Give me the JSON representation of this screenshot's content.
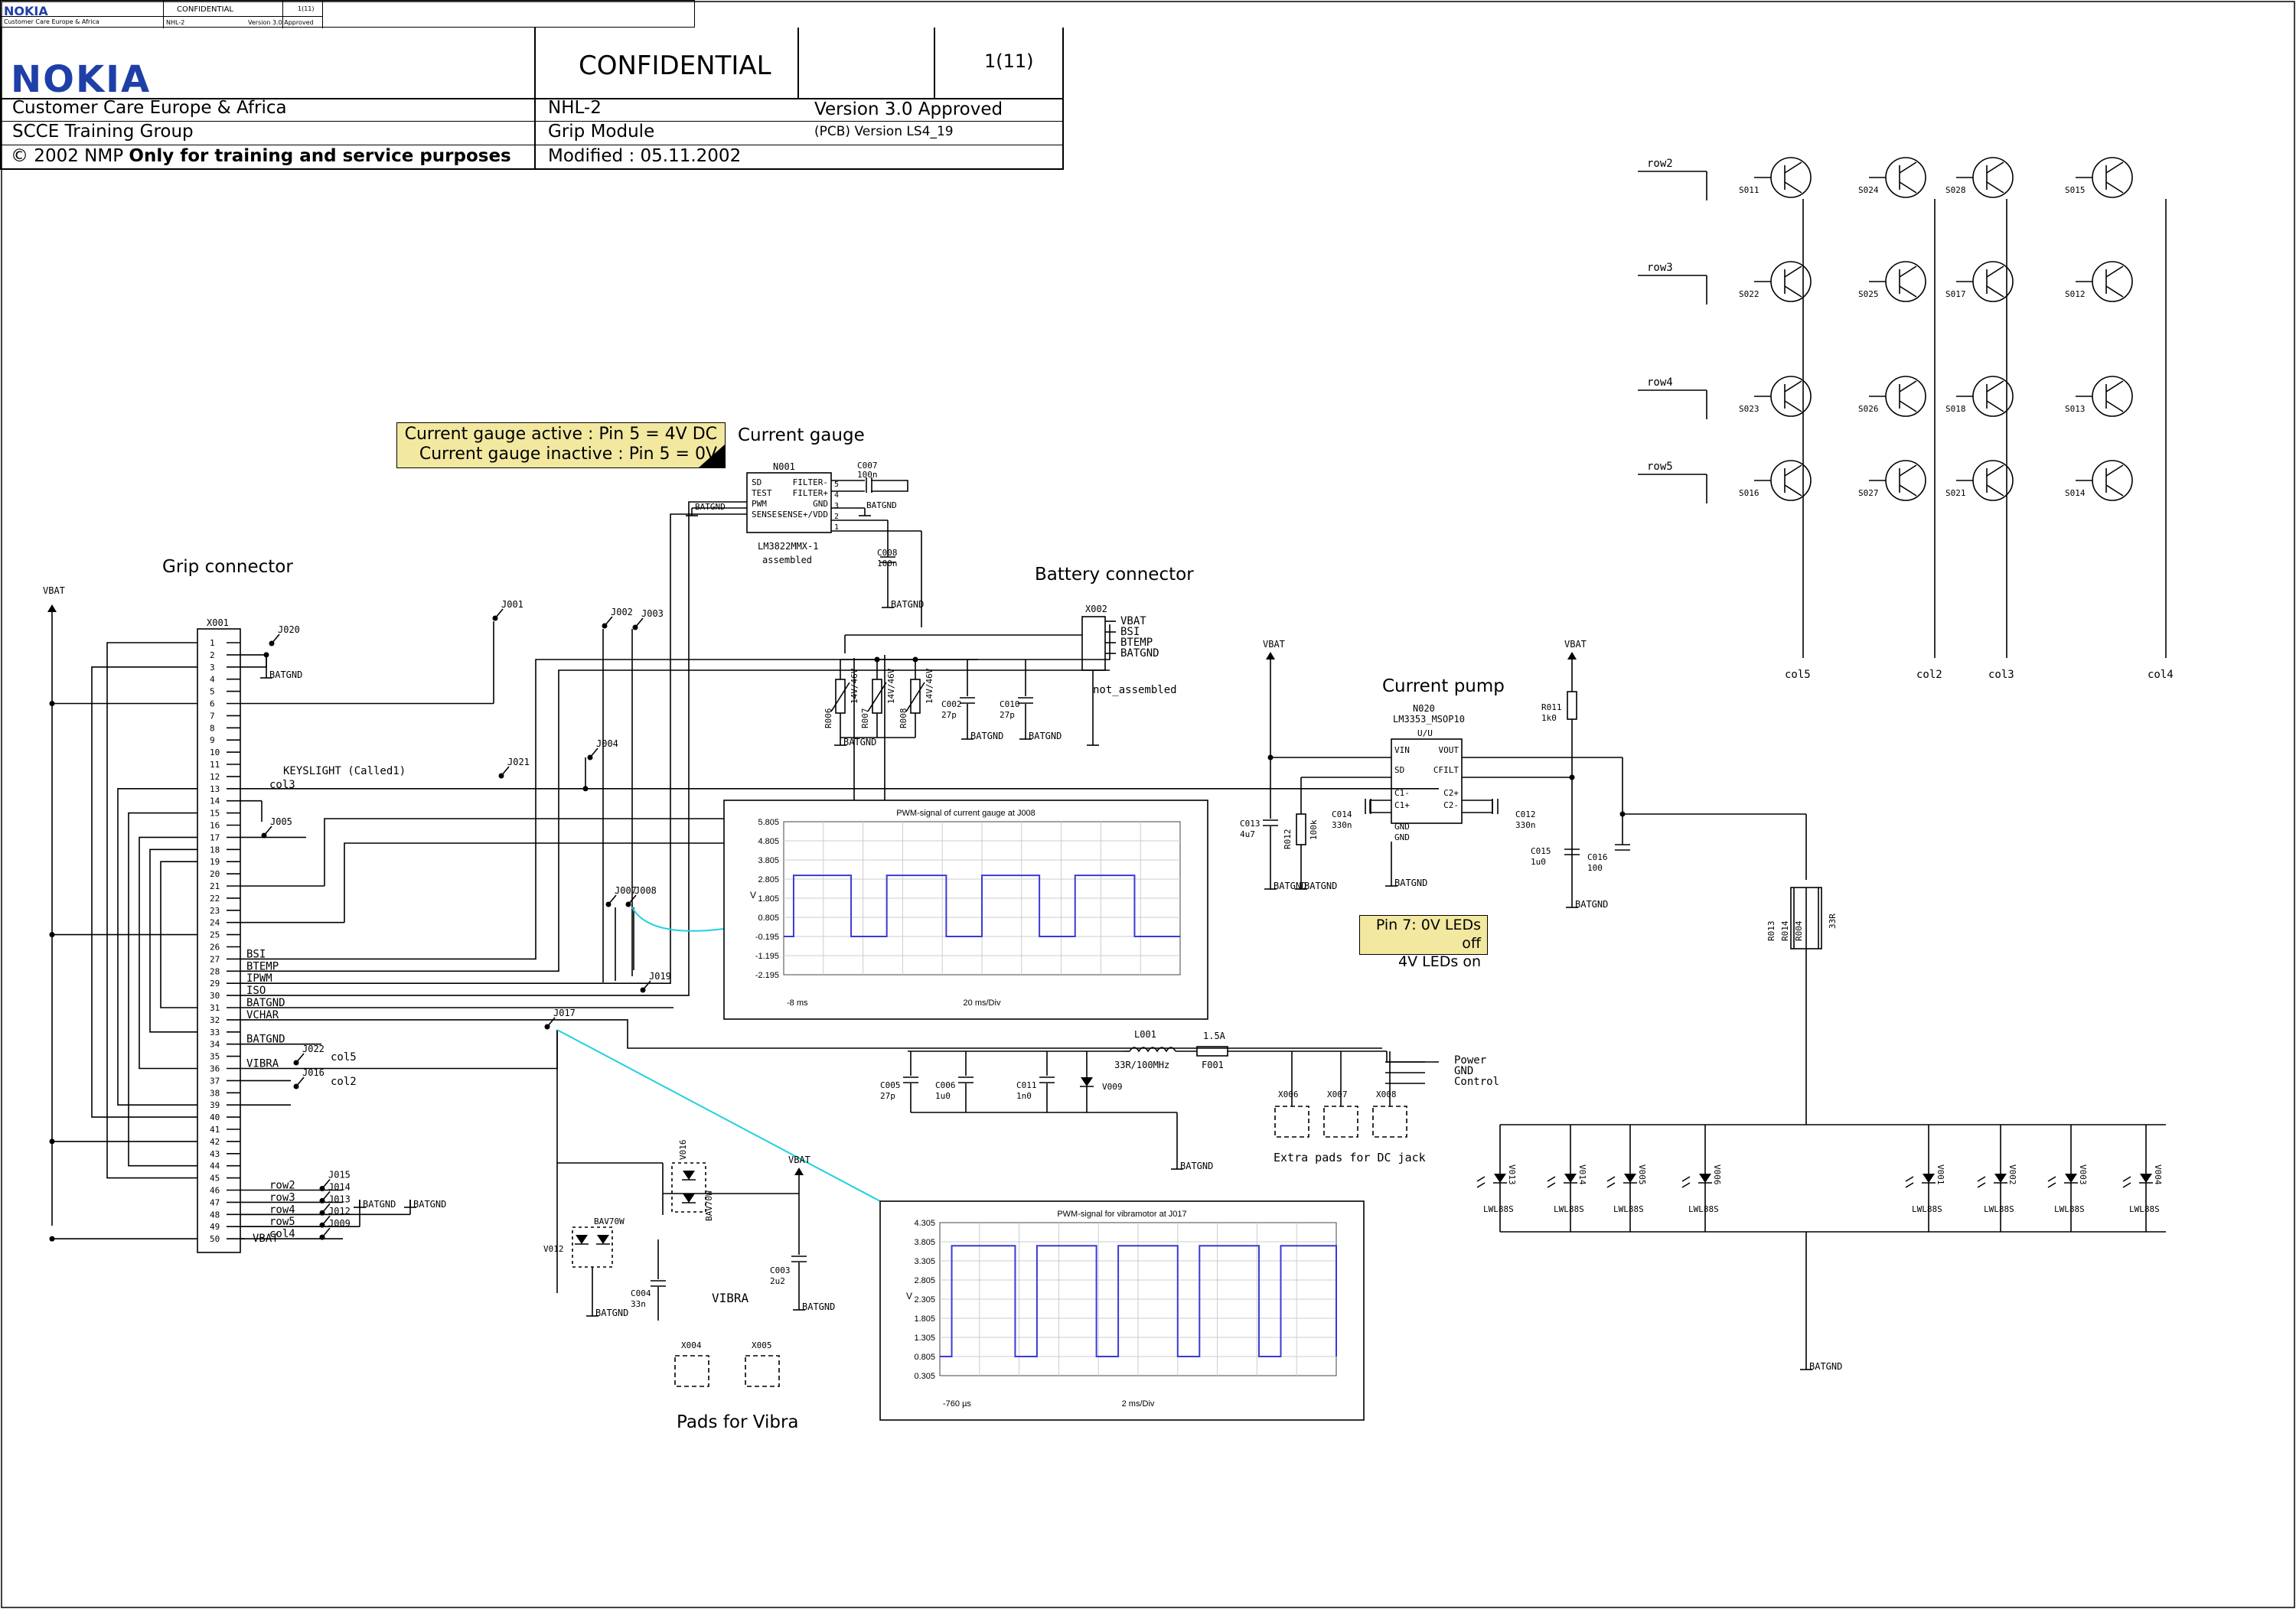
{
  "header_strip": {
    "brand": "NOKIA",
    "org": "Customer Care Europe & Africa",
    "confidential": "CONFIDENTIAL",
    "page": "1(11)",
    "model": "NHL-2",
    "version": "Version 3.0 Approved"
  },
  "title_block": {
    "brand": "NOKIA",
    "confidential": "CONFIDENTIAL",
    "page": "1(11)",
    "org": "Customer Care Europe & Africa",
    "group": "SCCE Training Group",
    "copyright_prefix": "© 2002 NMP",
    "copyright_bold": "Only for training and service purposes",
    "model": "NHL-2",
    "module": "Grip Module",
    "modified": "Modified : 05.11.2002",
    "version": "Version 3.0 Approved",
    "pcb": "(PCB) Version LS4_19"
  },
  "notes": {
    "gauge_line1": "Current gauge active : Pin 5 = 4V DC",
    "gauge_line2": "Current gauge inactive : Pin 5 = 0V",
    "pump_line1": "Pin 7: 0V LEDs off",
    "pump_line2": "4V LEDs on"
  },
  "section_titles": {
    "grip_connector": "Grip connector",
    "current_gauge": "Current gauge",
    "battery_connector": "Battery connector",
    "current_pump": "Current pump",
    "pads_for_vibra": "Pads for Vibra"
  },
  "grip_connector": {
    "ref": "X001",
    "pins": [
      "1",
      "2",
      "3",
      "4",
      "5",
      "6",
      "7",
      "8",
      "9",
      "10",
      "11",
      "12",
      "13",
      "14",
      "15",
      "16",
      "17",
      "18",
      "19",
      "20",
      "21",
      "22",
      "23",
      "24",
      "25",
      "26",
      "27",
      "28",
      "29",
      "30",
      "31",
      "32",
      "33",
      "34",
      "35",
      "36",
      "37",
      "38",
      "39",
      "40",
      "41",
      "42",
      "43",
      "44",
      "45",
      "46",
      "47",
      "48",
      "49",
      "50"
    ],
    "signals": [
      {
        "pin": 27,
        "name": "BSI"
      },
      {
        "pin": 28,
        "name": "BTEMP"
      },
      {
        "pin": 29,
        "name": "IPWM"
      },
      {
        "pin": 30,
        "name": "ISO"
      },
      {
        "pin": 31,
        "name": "BATGND"
      },
      {
        "pin": 32,
        "name": "VCHAR"
      },
      {
        "pin": 34,
        "name": "BATGND"
      },
      {
        "pin": 36,
        "name": "VIBRA"
      }
    ],
    "keyslight": "KEYSLIGHT (Called1)",
    "col3": "col3",
    "vbat": "VBAT",
    "vbat_bottom": "VBAT",
    "batgnd": "BATGND",
    "col5": "col5",
    "col2": "col2",
    "bottom_rows": [
      "row2",
      "row3",
      "row4",
      "row5",
      "col4"
    ],
    "bottom_jumpers": [
      "J015",
      "J014",
      "J013",
      "J012",
      "J009"
    ],
    "batgnd_bottom1": "BATGND",
    "batgnd_bottom2": "BATGND"
  },
  "jumpers": {
    "J020": "J020",
    "J001": "J001",
    "J002": "J002",
    "J003": "J003",
    "J004": "J004",
    "J021": "J021",
    "J005": "J005",
    "J007": "J007",
    "J008": "J008",
    "J019": "J019",
    "J017": "J017",
    "J022": "J022",
    "J016": "J016"
  },
  "gauge_ic": {
    "ref": "N001",
    "pins_left": [
      "SD",
      "TEST",
      "PWM",
      "SENSE-"
    ],
    "pins_right": [
      "FILTER-",
      "FILTER+",
      "GND",
      "SENSE+/VDD"
    ],
    "pin_nums_right": [
      "5",
      "4",
      "3",
      "2",
      "1"
    ],
    "part": "LM3822MMX-1",
    "assembled": "assembled",
    "c007": "C007",
    "c007_val": "100n",
    "c008": "C008",
    "c008_val": "100n",
    "batgnd": "BATGND"
  },
  "battery_connector": {
    "ref": "X002",
    "pins": [
      "VBAT",
      "BSI",
      "BTEMP",
      "BATGND"
    ],
    "not_assembled": "not_assembled"
  },
  "varistors": [
    {
      "ref": "R006",
      "val": "14V/46V"
    },
    {
      "ref": "R007",
      "val": "14V/46V"
    },
    {
      "ref": "R008",
      "val": "14V/46V"
    }
  ],
  "caps_battery": [
    {
      "ref": "C002",
      "val": "27p"
    },
    {
      "ref": "C010",
      "val": "27p"
    }
  ],
  "current_pump": {
    "ref": "N020",
    "part": "LM3353_MSOP10",
    "pin_top": "U/U",
    "pins_left": [
      "VIN",
      "SD",
      "C1-",
      "C1+",
      "GND",
      "GND"
    ],
    "pins_right": [
      "VOUT",
      "CFILT",
      "C2+",
      "C2-"
    ],
    "vbat": "VBAT",
    "c013": "C013",
    "c013_val": "4u7",
    "r012": "R012",
    "r012_val": "100k",
    "c014": "C014",
    "c014_val": "330n",
    "c012": "C012",
    "c012_val": "330n",
    "r011": "R011",
    "r011_val": "1k0",
    "c015": "C015",
    "c015_val": "1u0",
    "c016": "C016",
    "c016_val": "100"
  },
  "keypad": {
    "rows": [
      "row2",
      "row3",
      "row4",
      "row5"
    ],
    "cols": [
      "col5",
      "col2",
      "col3",
      "col4"
    ],
    "switches": [
      [
        "S011",
        "S024",
        "S028",
        "S015"
      ],
      [
        "S022",
        "S025",
        "S017",
        "S012"
      ],
      [
        "S023",
        "S026",
        "S018",
        "S013"
      ],
      [
        "S016",
        "S027",
        "S021",
        "S014"
      ]
    ]
  },
  "led_bank": {
    "resistors": [
      "R013",
      "R014",
      "R004"
    ],
    "res_val": "33R",
    "leds": [
      {
        "ref": "V013",
        "part": "LWL88S"
      },
      {
        "ref": "V014",
        "part": "LWL88S"
      },
      {
        "ref": "V005",
        "part": "LWL88S"
      },
      {
        "ref": "V006",
        "part": "LWL88S"
      },
      {
        "ref": "V001",
        "part": "LWL88S"
      },
      {
        "ref": "V002",
        "part": "LWL88S"
      },
      {
        "ref": "V003",
        "part": "LWL88S"
      },
      {
        "ref": "V004",
        "part": "LWL88S"
      }
    ],
    "batgnd": "BATGND"
  },
  "power_section": {
    "l001": "L001",
    "l001_val": "33R/100MHz",
    "f001": "F001",
    "f001_val": "1.5A",
    "c005": "C005",
    "c005_val": "27p",
    "c006": "C006",
    "c006_val": "1u0",
    "c011": "C011",
    "c011_val": "1n0",
    "v009": "V009",
    "labels": [
      "Power",
      "GND",
      "Control"
    ],
    "pads": [
      "X006",
      "X007",
      "X008"
    ],
    "extra_pads": "Extra pads for DC jack",
    "batgnd": "BATGND"
  },
  "vibra_section": {
    "v012": "V012",
    "v012_part": "BAV70W",
    "v016": "V016",
    "v016_part": "BAV70W",
    "c004": "C004",
    "c004_val": "33n",
    "c003": "C003",
    "c003_val": "2u2",
    "vibra": "VIBRA",
    "vbat": "VBAT",
    "pads": [
      "X004",
      "X005"
    ],
    "batgnd": "BATGND"
  },
  "scope_gauge": {
    "title": "PWM-signal of current gauge at J008",
    "y_unit": "V",
    "y_ticks": [
      "5.805",
      "4.805",
      "3.805",
      "2.805",
      "1.805",
      "0.805",
      "-0.195",
      "-1.195",
      "-2.195"
    ],
    "x_left": "-8 ms",
    "x_div": "20 ms/Div"
  },
  "scope_vibra": {
    "title": "PWM-signal for vibramotor at J017",
    "y_unit": "V",
    "y_ticks": [
      "4.305",
      "3.805",
      "3.305",
      "2.805",
      "2.305",
      "1.805",
      "1.305",
      "0.805",
      "0.305"
    ],
    "x_left": "-760 µs",
    "x_div": "2 ms/Div"
  }
}
